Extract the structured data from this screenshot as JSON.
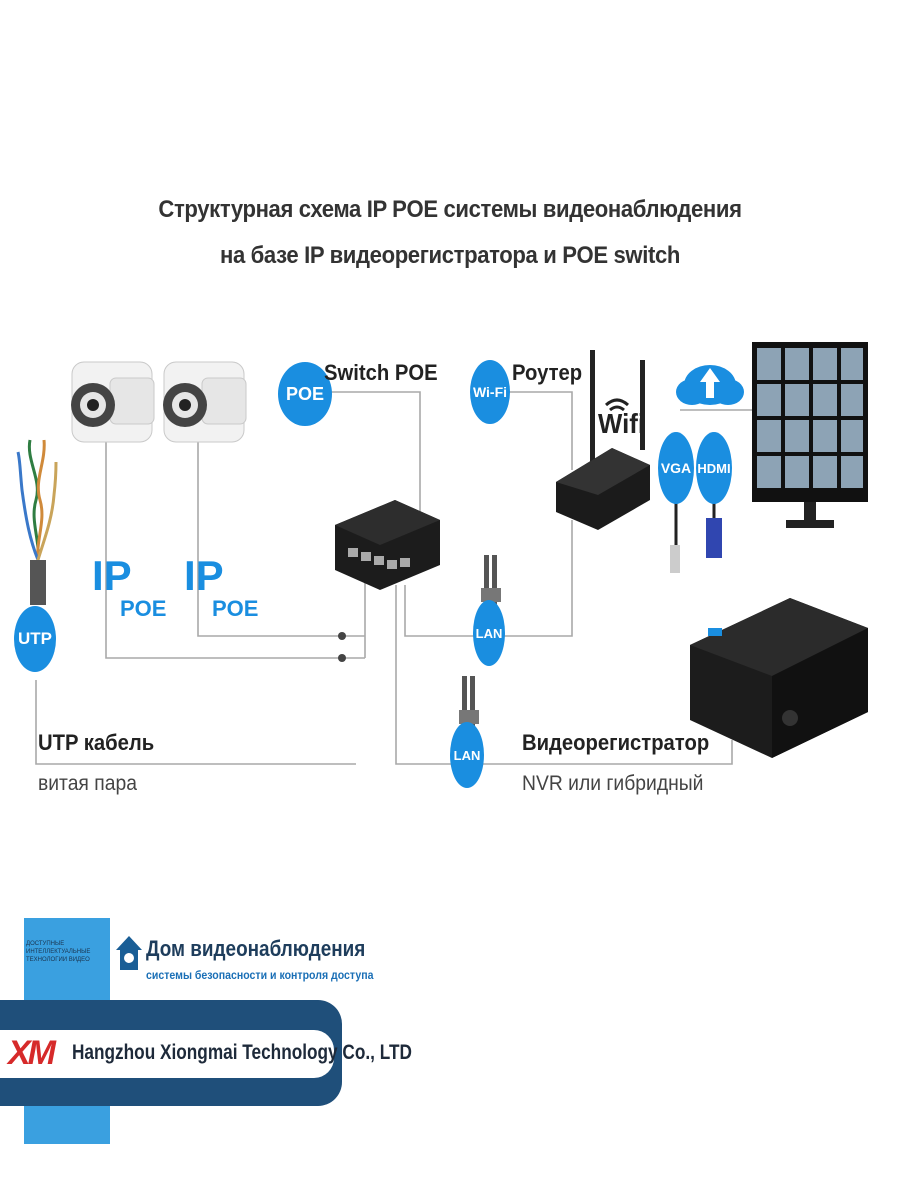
{
  "title": {
    "line1": "Структурная схема IP POE системы видеонаблюдения",
    "line2": "на базе IP видеорегистратора и POE switch"
  },
  "badges": {
    "poe": "POE",
    "wifi": "Wi-Fi",
    "utp": "UTP",
    "lan1": "LAN",
    "lan2": "LAN",
    "vga": "VGA",
    "hdmi": "HDMI"
  },
  "labels": {
    "switch": "Switch POE",
    "router": "Роутер",
    "wifi_logo": "Wifi",
    "ip": "IP",
    "poe_sub": "POE",
    "utp_title": "UTP кабель",
    "utp_sub": "витая пара",
    "nvr_title": "Видеорегистратор",
    "nvr_sub": "NVR или гибридный"
  },
  "brand": {
    "dom_title": "Дом видеонаблюдения",
    "dom_sub": "системы безопасности и контроля доступа",
    "small_text": "ДОСТУПНЫЕ ИНТЕЛЛЕКТУАЛЬНЫЕ ТЕХНОЛОГИИ ВИДЕО",
    "xm_logo": "XM",
    "company": "Hangzhou Xiongmai Technology Co., LTD"
  },
  "colors": {
    "accent": "#1a8ee0",
    "line": "#999999",
    "banner": "#1f4f7a",
    "panel": "#3aa0e0"
  },
  "icons": [
    "cloud-upload-icon",
    "wifi-icon",
    "house-icon",
    "xm-logo"
  ]
}
